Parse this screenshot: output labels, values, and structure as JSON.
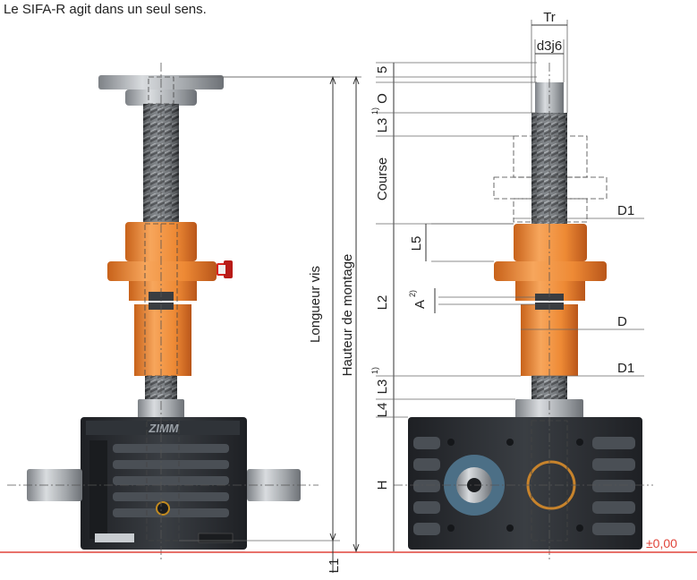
{
  "caption": "Le SIFA-R agit dans un seul sens.",
  "labels": {
    "tr": "Tr",
    "d3j6": "d3j6",
    "five": "5",
    "o": "O",
    "l3_top": "L3",
    "l3_top_sup": "1)",
    "course": "Course",
    "d1_top": "D1",
    "l5": "L5",
    "l2": "L2",
    "a": "A",
    "a_sup": "2)",
    "d": "D",
    "l3_bottom": "L3",
    "l3_bottom_sup": "1)",
    "d1_bottom": "D1",
    "l4": "L4",
    "h": "H",
    "l1": "L1",
    "longueur_vis": "Longueur vis",
    "hauteur_montage": "Hauteur de montage",
    "zero": "±0,00",
    "brand": "ZIMM"
  },
  "colors": {
    "orange": "#f0913c",
    "orange_dark": "#c8621a",
    "steel": "#b8bcc0",
    "gearbox": "#2a2d31",
    "reference_line": "#e0443a",
    "seal_red": "#d9231f"
  }
}
